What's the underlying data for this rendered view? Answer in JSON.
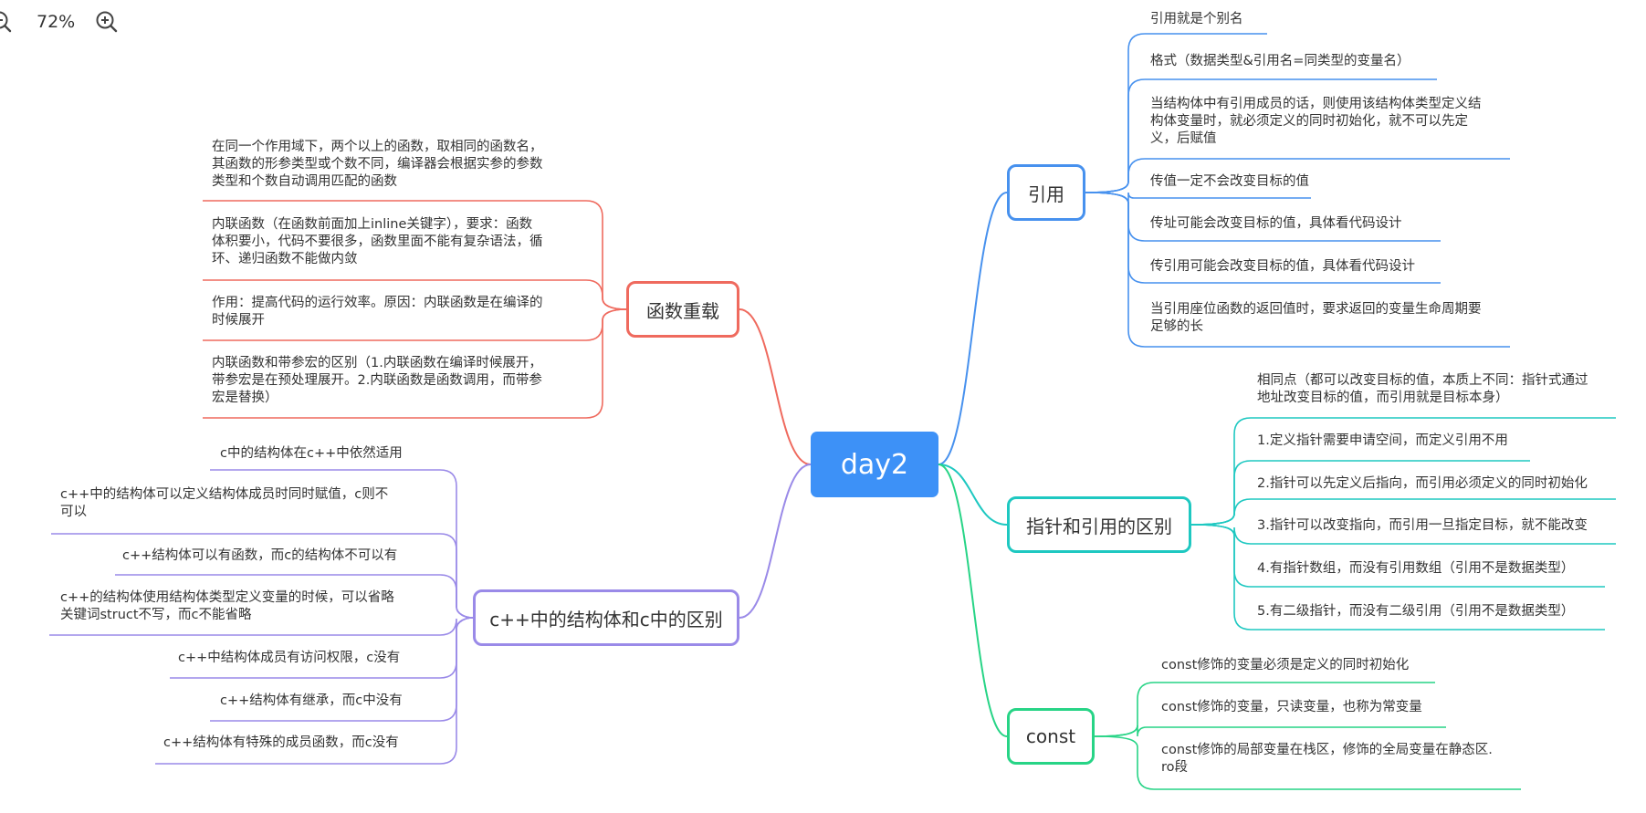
{
  "toolbar": {
    "zoom_out_icon": "zoom-out-icon",
    "zoom_in_icon": "zoom-in-icon",
    "zoom_level": "72%"
  },
  "colors": {
    "root": "#3d91f7",
    "yinyong": "#4791ee",
    "function": "#ef6a5e",
    "pointer": "#1ec8c1",
    "struct": "#9a8ae8",
    "const": "#27d486"
  },
  "root": {
    "label": "day2"
  },
  "branches": {
    "yinyong": {
      "label": "引用",
      "leaves": [
        "引用就是个别名",
        "格式（数据类型&引用名=同类型的变量名）",
        "当结构体中有引用成员的话，则使用该结构体类型定义结\n构体变量时，就必须定义的同时初始化，就不可以先定\n义，后赋值",
        "传值一定不会改变目标的值",
        "传址可能会改变目标的值，具体看代码设计",
        "传引用可能会改变目标的值，具体看代码设计",
        "当引用座位函数的返回值时，要求返回的变量生命周期要\n足够的长"
      ]
    },
    "function": {
      "label": "函数重载",
      "leaves": [
        "在同一个作用域下，两个以上的函数，取相同的函数名，\n其函数的形参类型或个数不同，编译器会根据实参的参数\n类型和个数自动调用匹配的函数",
        "内联函数（在函数前面加上inline关键字），要求：函数\n体积要小，代码不要很多，函数里面不能有复杂语法，循\n环、递归函数不能做内敛",
        "作用：提高代码的运行效率。原因：内联函数是在编译的\n时候展开",
        "内联函数和带参宏的区别（1.内联函数在编译时候展开，\n带参宏是在预处理展开。2.内联函数是函数调用，而带参\n宏是替换）"
      ]
    },
    "pointer": {
      "label": "指针和引用的区别",
      "leaves": [
        "相同点（都可以改变目标的值，本质上不同：指针式通过\n地址改变目标的值，而引用就是目标本身）",
        "1.定义指针需要申请空间，而定义引用不用",
        "2.指针可以先定义后指向，而引用必须定义的同时初始化",
        "3.指针可以改变指向，而引用一旦指定目标，就不能改变",
        "4.有指针数组，而没有引用数组（引用不是数据类型）",
        "5.有二级指针，而没有二级引用（引用不是数据类型）"
      ]
    },
    "struct": {
      "label": "c++中的结构体和c中的区别",
      "leaves": [
        "c中的结构体在c++中依然适用",
        "c++中的结构体可以定义结构体成员时同时赋值，c则不\n可以",
        "c++结构体可以有函数，而c的结构体不可以有",
        "c++的结构体使用结构体类型定义变量的时候，可以省略\n关键词struct不写，而c不能省略",
        "c++中结构体成员有访问权限，c没有",
        "c++结构体有继承，而c中没有",
        "c++结构体有特殊的成员函数，而c没有"
      ]
    },
    "const": {
      "label": "const",
      "leaves": [
        "const修饰的变量必须是定义的同时初始化",
        "const修饰的变量，只读变量，也称为常变量",
        "const修饰的局部变量在栈区，修饰的全局变量在静态区.\nro段"
      ]
    }
  }
}
